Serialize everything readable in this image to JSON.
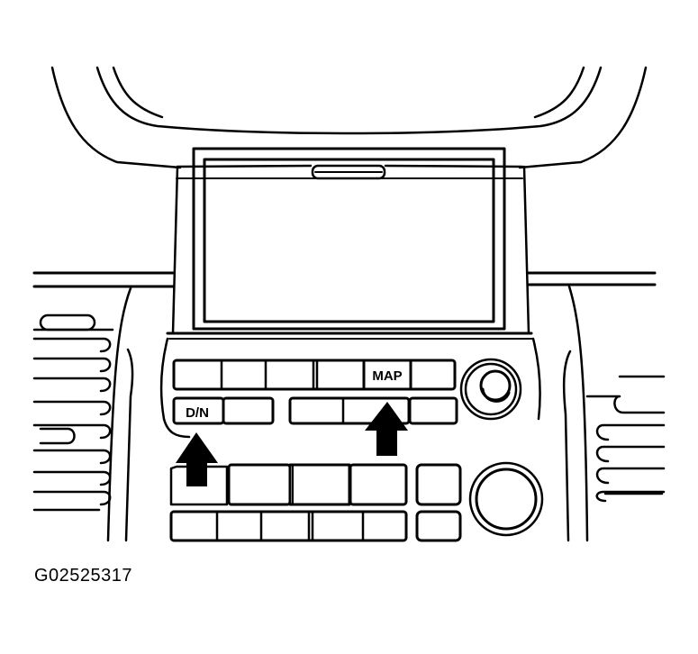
{
  "figure": {
    "id_label": "G02525317",
    "description": "Dashboard center console with navigation display, control buttons, and arrows pointing to D/N and MAP buttons"
  },
  "buttons": {
    "dn_label": "D/N",
    "map_label": "MAP"
  },
  "colors": {
    "ink": "#000000",
    "paper": "#ffffff"
  },
  "arrows": [
    {
      "target": "D/N",
      "direction": "up"
    },
    {
      "target": "MAP",
      "direction": "up"
    }
  ]
}
